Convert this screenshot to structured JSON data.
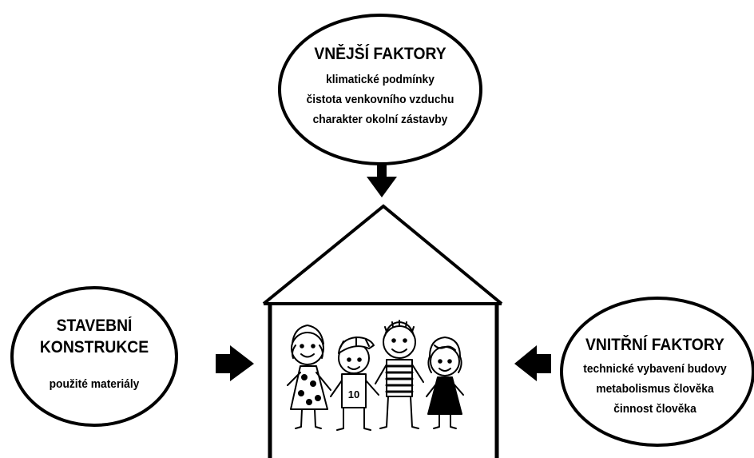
{
  "external_factors": {
    "title": "VNĚJŠÍ FAKTORY",
    "items": [
      "klimatické podmínky",
      "čistota venkovního vzduchu",
      "charakter okolní zástavby"
    ]
  },
  "building_construction": {
    "title_line1": "STAVEBNÍ",
    "title_line2": "KONSTRUKCE",
    "items": [
      "použité materiály"
    ]
  },
  "internal_factors": {
    "title": "VNITŘNÍ FAKTORY",
    "items": [
      "technické vybavení budovy",
      "metabolismus člověka",
      "činnost člověka"
    ]
  },
  "illustration": {
    "shirt_number": "10"
  },
  "colors": {
    "line": "#000000",
    "background": "#ffffff"
  },
  "icons": [
    "arrow-down-icon",
    "arrow-right-icon",
    "arrow-left-icon"
  ]
}
